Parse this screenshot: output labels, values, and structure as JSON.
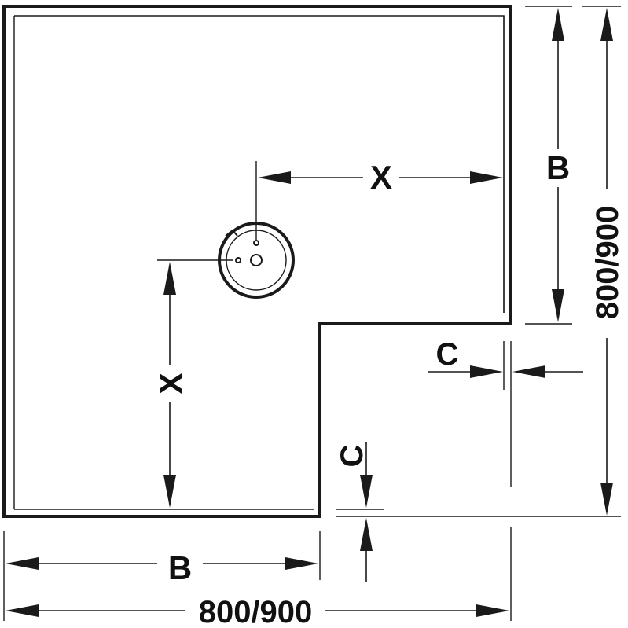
{
  "labels": {
    "x_horizontal": "X",
    "x_vertical": "X",
    "b_right": "B",
    "b_bottom": "B",
    "c_right": "C",
    "c_bottom": "C",
    "total_right": "800/900",
    "total_bottom": "800/900"
  },
  "colors": {
    "line": "#1a1a1a",
    "background": "#ffffff"
  }
}
